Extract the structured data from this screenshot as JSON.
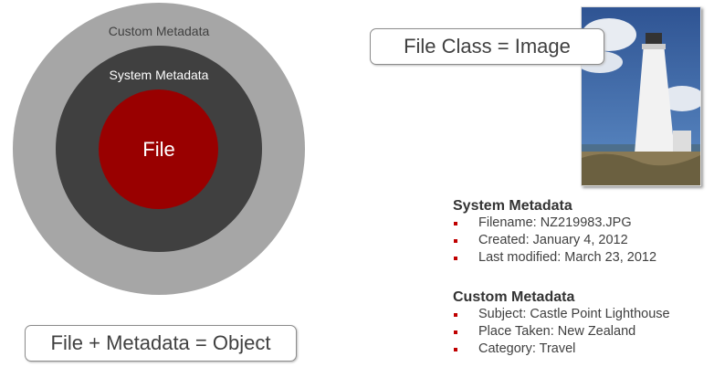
{
  "diagram": {
    "outer_label": "Custom Metadata",
    "middle_label": "System Metadata",
    "inner_label": "File",
    "equation": "File + Metadata = Object",
    "file_class": "File Class = Image"
  },
  "colors": {
    "outer": "#a6a6a6",
    "middle": "#404040",
    "inner": "#990000",
    "bullet": "#c00000"
  },
  "system_metadata": {
    "title": "System Metadata",
    "items": [
      "Filename: NZ219983.JPG",
      "Created: January 4, 2012",
      "Last modified: March 23, 2012"
    ]
  },
  "custom_metadata": {
    "title": "Custom Metadata",
    "items": [
      "Subject: Castle Point Lighthouse",
      "Place Taken: New Zealand",
      "Category: Travel"
    ]
  }
}
